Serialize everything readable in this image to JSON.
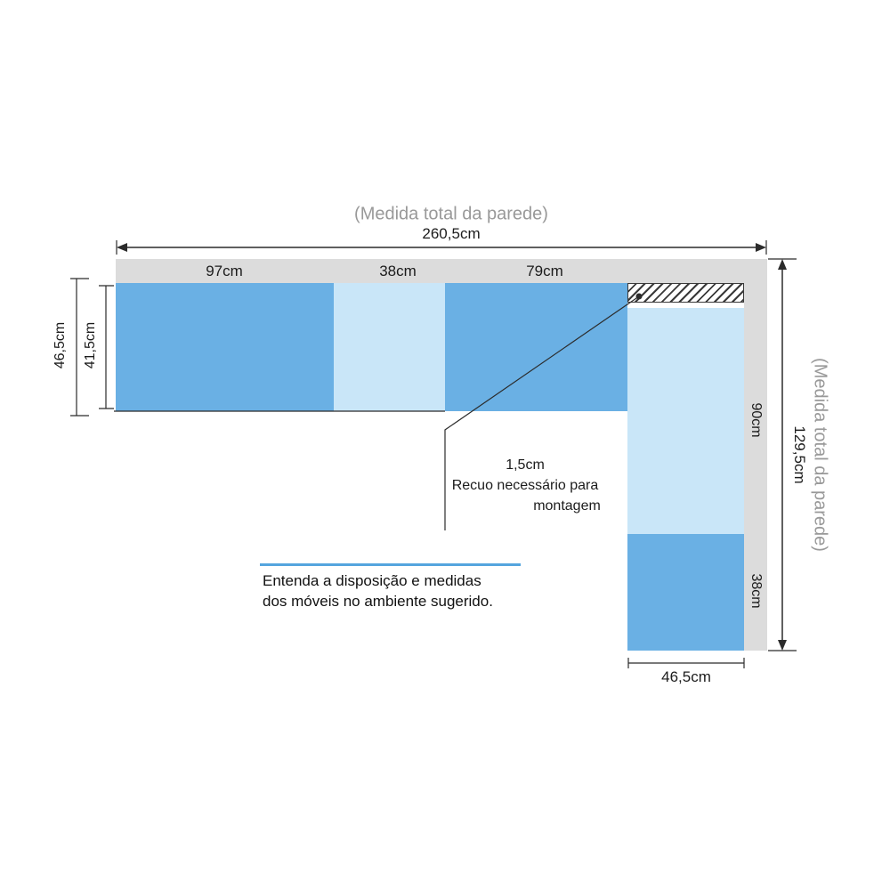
{
  "header": {
    "wall_title": "(Medida total da parede)",
    "total_width": "260,5cm"
  },
  "top_band": {
    "seg1": "97cm",
    "seg2": "38cm",
    "seg3": "79cm"
  },
  "left_dims": {
    "outer": "46,5cm",
    "inner": "41,5cm"
  },
  "right_band": {
    "seg_top": "90cm",
    "seg_bottom": "38cm"
  },
  "right_side": {
    "total_height": "129,5cm",
    "wall_title": "(Medida total da parede)"
  },
  "bottom_dim": {
    "width": "46,5cm"
  },
  "recess": {
    "value": "1,5cm",
    "note_line1": "Recuo necessário para",
    "note_line2": "montagem"
  },
  "caption": {
    "line1": "Entenda a disposição e medidas",
    "line2": "dos móveis no ambiente sugerido."
  },
  "colors": {
    "block_medium": "#6ab0e4",
    "block_light": "#c9e6f8",
    "wall_gray": "#dcdcdc",
    "accent_blue": "#54a5de",
    "muted_gray": "#999999",
    "ink": "#222222"
  }
}
